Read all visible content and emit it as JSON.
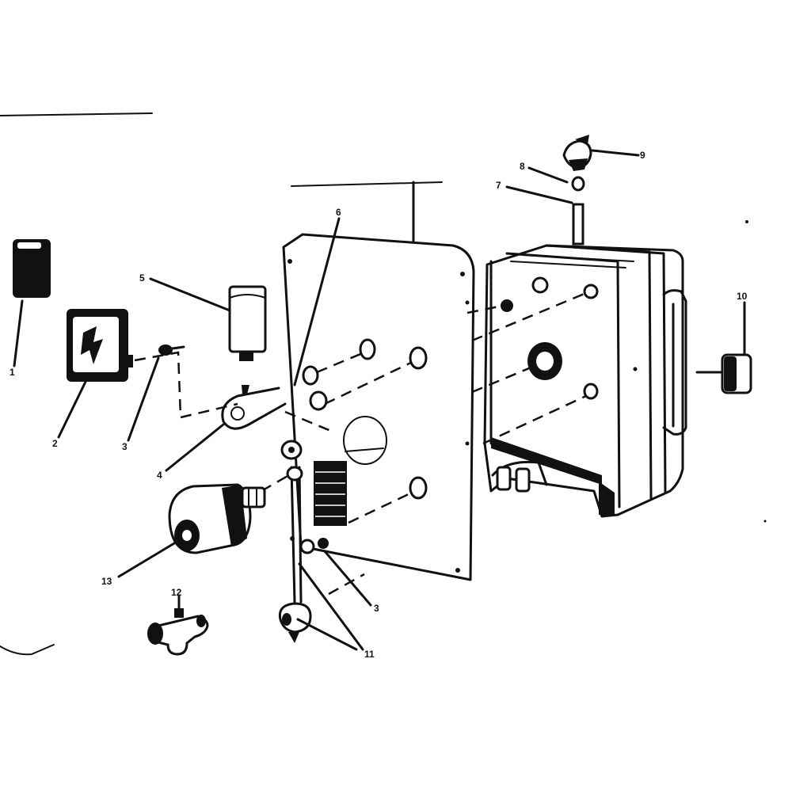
{
  "callouts": {
    "c1": "1",
    "c2": "2",
    "c3": "3",
    "c4": "4",
    "c5": "5",
    "c6": "6",
    "c7": "7",
    "c8": "8",
    "c9": "9",
    "c10": "10",
    "c11": "11",
    "c12": "12",
    "c13": "13",
    "c3b": "3"
  },
  "colors": {
    "ink": "#111111",
    "paper": "#ffffff"
  }
}
